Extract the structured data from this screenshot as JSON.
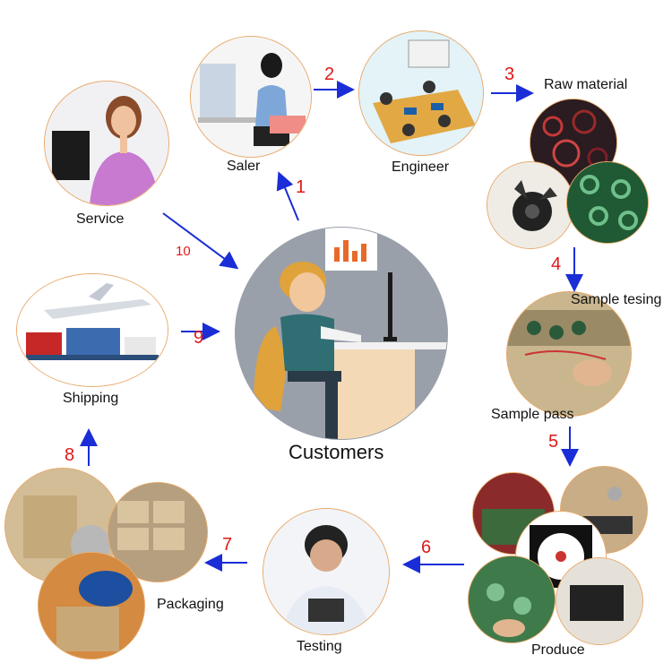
{
  "nodes": {
    "service": "Service",
    "saler": "Saler",
    "engineer": "Engineer",
    "raw_material": "Raw material",
    "sample_testing": "Sample tesing",
    "sample_pass": "Sample pass",
    "produce": "Produce",
    "testing": "Testing",
    "packaging": "Packaging",
    "shipping": "Shipping",
    "customers": "Customers"
  },
  "steps": [
    "1",
    "2",
    "3",
    "4",
    "5",
    "6",
    "7",
    "8",
    "9",
    "10"
  ],
  "colors": {
    "arrow": "#1a2dd6",
    "step_number": "#e01818",
    "circle_border": "#e8a96a"
  }
}
